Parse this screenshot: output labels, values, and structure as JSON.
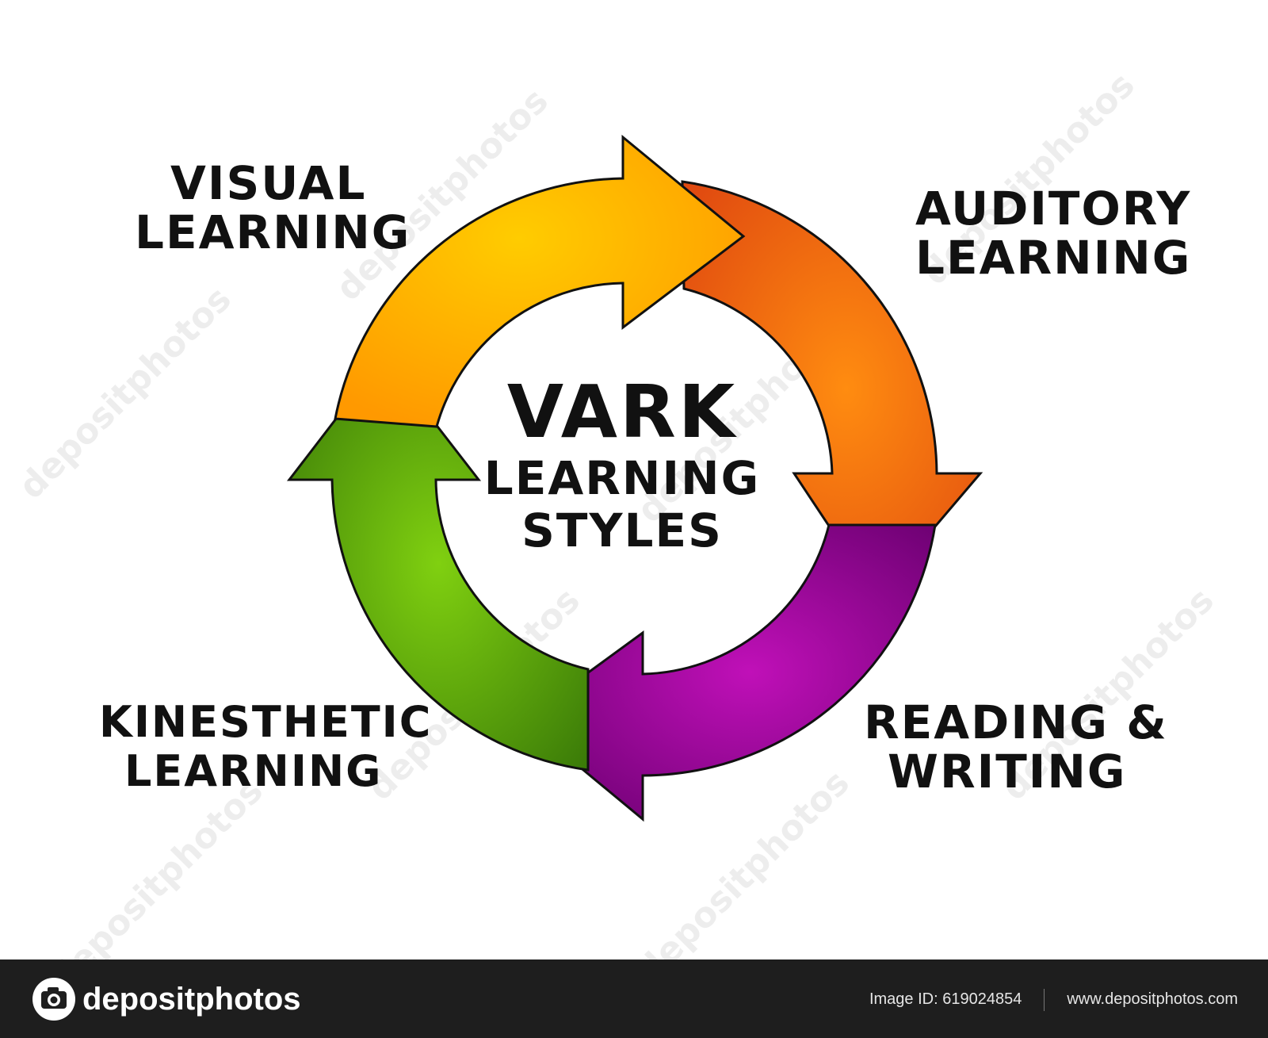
{
  "diagram": {
    "center": {
      "line1": "VARK",
      "line2": "LEARNING",
      "line3": "STYLES"
    },
    "labels": {
      "visual": {
        "line1": "VISUAL",
        "line2": "LEARNING"
      },
      "auditory": {
        "line1": "AUDITORY",
        "line2": "LEARNING"
      },
      "reading": {
        "line1": "READING &",
        "line2": "WRITING"
      },
      "kinesthetic": {
        "line1": "KINESTHETIC",
        "line2": "LEARNING"
      }
    },
    "arrow_colors": {
      "visual": [
        "#ffcc00",
        "#ff9900"
      ],
      "auditory": [
        "#ff8c10",
        "#e04a10"
      ],
      "reading": [
        "#c010b8",
        "#6a0070"
      ],
      "kinesthetic": [
        "#80d010",
        "#3a7a08"
      ]
    }
  },
  "watermark": {
    "text": "depositphotos"
  },
  "footer": {
    "brand": "depositphotos",
    "image_id": "Image ID: 619024854",
    "url": "www.depositphotos.com"
  }
}
